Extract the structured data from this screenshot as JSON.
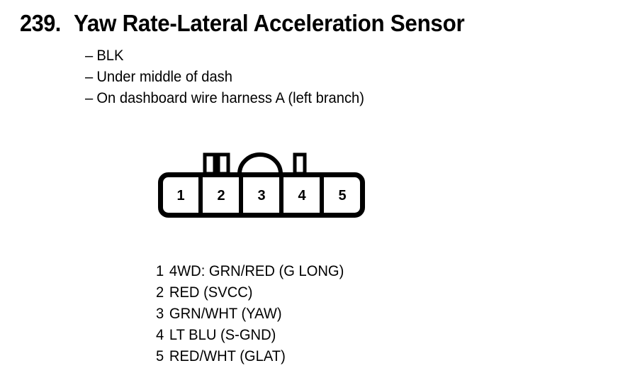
{
  "page": {
    "background_color": "#ffffff",
    "text_color": "#000000"
  },
  "heading": {
    "number": "239.",
    "title": "Yaw Rate-Lateral Acceleration Sensor"
  },
  "description": {
    "bullet_glyph": "–",
    "items": [
      {
        "text": "BLK"
      },
      {
        "text": "Under middle of dash"
      },
      {
        "text": "On dashboard wire harness A (left branch)"
      }
    ]
  },
  "connector": {
    "name": "5-pin connector",
    "pin_count": 5,
    "pins": [
      {
        "number": "1"
      },
      {
        "number": "2"
      },
      {
        "number": "3"
      },
      {
        "number": "4"
      },
      {
        "number": "5"
      }
    ],
    "features": {
      "tab_count": 3,
      "arch_label": "locking-arch-over-pin-3"
    }
  },
  "pin_legend": {
    "rows": [
      {
        "index": "1",
        "description": "4WD: GRN/RED (G LONG)"
      },
      {
        "index": "2",
        "description": "RED (SVCC)"
      },
      {
        "index": "3",
        "description": "GRN/WHT (YAW)"
      },
      {
        "index": "4",
        "description": "LT BLU (S-GND)"
      },
      {
        "index": "5",
        "description": "RED/WHT (GLAT)"
      }
    ]
  }
}
